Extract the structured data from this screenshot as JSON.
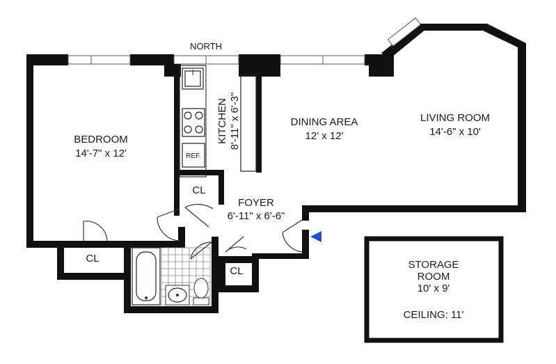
{
  "orientation": {
    "label": "NORTH"
  },
  "rooms": {
    "bedroom": {
      "name": "BEDROOM",
      "dimensions": "14'-7\" x 12'"
    },
    "kitchen": {
      "name": "KITCHEN",
      "dimensions": "8'-11\" x 6'-3\""
    },
    "dining_area": {
      "name": "DINING AREA",
      "dimensions": "12' x 12'"
    },
    "living_room": {
      "name": "LIVING ROOM",
      "dimensions": "14'-6\" x 10'"
    },
    "foyer": {
      "name": "FOYER",
      "dimensions": "6'-11\" x 6'-6\""
    },
    "storage_room": {
      "name_line1": "STORAGE",
      "name_line2": "ROOM",
      "dimensions": "10' x 9'",
      "ceiling": "CEILING: 11'"
    }
  },
  "closets": {
    "bedroom_closet": "CL",
    "hall_closet": "CL",
    "foyer_closet": "CL"
  },
  "appliances": {
    "refrigerator": "REF."
  },
  "colors": {
    "walls": "#111111",
    "entry_marker": "#1e4fd8",
    "background": "#ffffff"
  }
}
